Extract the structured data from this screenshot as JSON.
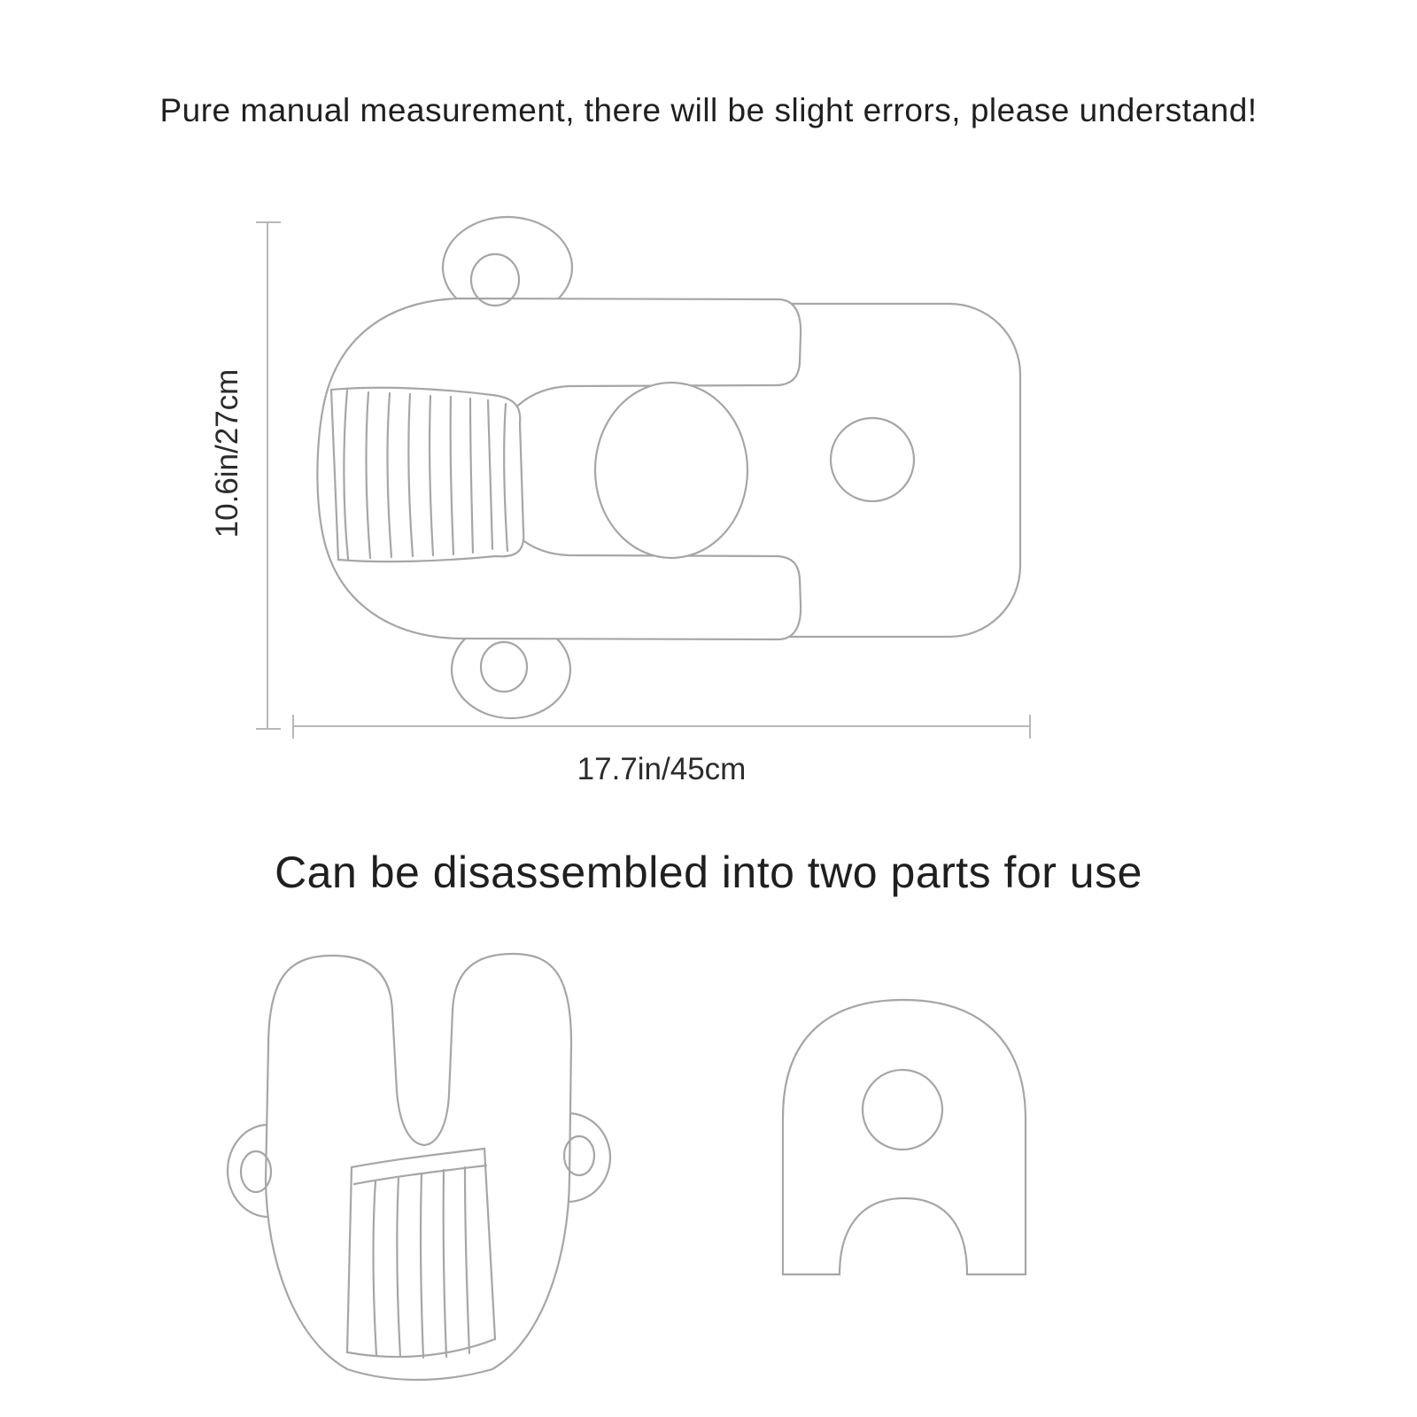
{
  "colors": {
    "line": "#a6a6a6",
    "dim": "#b8b8b8",
    "text": "#1f1f1f",
    "bg": "#ffffff"
  },
  "header": {
    "title": "Pure manual measurement, there will be slight errors, please understand!"
  },
  "top_view": {
    "height_label": "10.6in/27cm",
    "width_label": "17.7in/45cm"
  },
  "disassembly": {
    "heading": "Can be disassembled into two parts for use"
  }
}
